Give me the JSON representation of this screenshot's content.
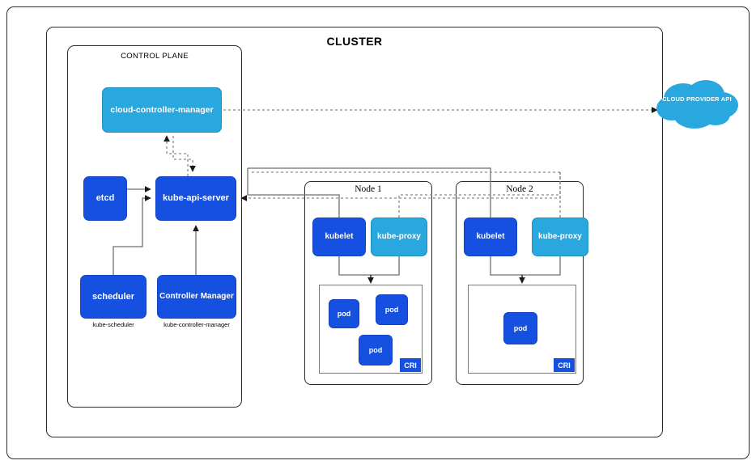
{
  "diagram": {
    "outer_frame_label": "",
    "cluster": {
      "title": "CLUSTER",
      "control_plane": {
        "title": "CONTROL PLANE",
        "components": [
          {
            "id": "cloud-controller-manager",
            "label": "cloud-controller-manager",
            "color": "#29a8df",
            "caption": ""
          },
          {
            "id": "etcd",
            "label": "etcd",
            "color": "#1550e0",
            "caption": ""
          },
          {
            "id": "kube-api-server",
            "label": "kube-api-server",
            "color": "#1550e0",
            "caption": ""
          },
          {
            "id": "scheduler",
            "label": "scheduler",
            "color": "#1550e0",
            "caption": "kube-scheduler"
          },
          {
            "id": "controller-manager",
            "label": "Controller Manager",
            "color": "#1550e0",
            "caption": "kube-controller-manager"
          }
        ]
      },
      "nodes": [
        {
          "id": "node1",
          "title": "Node 1",
          "kubelet_label": "kubelet",
          "kube_proxy_label": "kube-proxy",
          "runtime_badge": "CRI",
          "pods": [
            {
              "label": "pod"
            },
            {
              "label": "pod"
            },
            {
              "label": "pod"
            }
          ]
        },
        {
          "id": "node2",
          "title": "Node 2",
          "kubelet_label": "kubelet",
          "kube_proxy_label": "kube-proxy",
          "runtime_badge": "CRI",
          "pods": [
            {
              "label": "pod"
            }
          ]
        }
      ]
    },
    "cloud_provider": {
      "label": "CLOUD PROVIDER API",
      "color": "#29a8df"
    },
    "colors": {
      "dark_blue": "#1550e0",
      "light_blue": "#29a8df",
      "frame_stroke": "#2b2b2b",
      "connector_solid": "#6f6f6f",
      "connector_dashed": "#8a8a8a",
      "background": "#ffffff",
      "text_on_fill": "#ffffff"
    }
  }
}
